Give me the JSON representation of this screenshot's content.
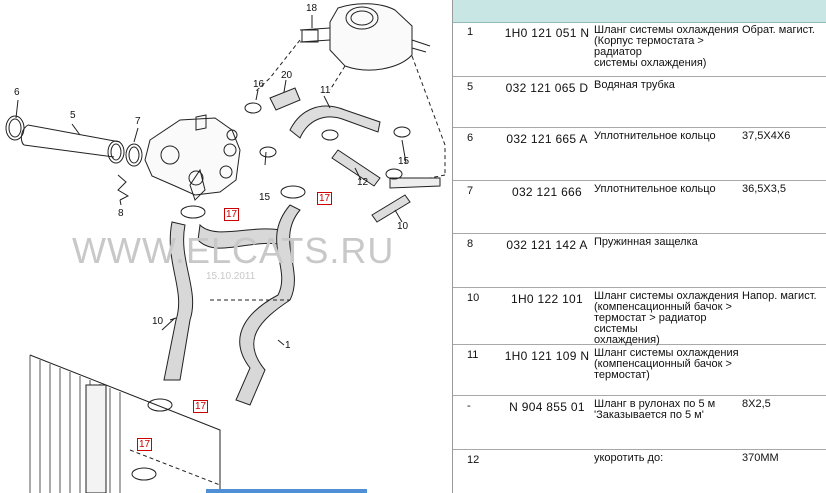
{
  "diagram": {
    "callouts": [
      "18",
      "6",
      "16",
      "20",
      "11",
      "7",
      "5",
      "15",
      "12",
      "8",
      "15",
      "10",
      "1",
      "10"
    ],
    "red_tags": [
      "17",
      "17",
      "17",
      "17",
      "17"
    ],
    "watermark": "WWW.ELCATS.RU",
    "watermark_date": "15.10.2011"
  },
  "parts": [
    {
      "pos": "1",
      "number": "1H0 121 051 N",
      "description": "Шланг системы охлаждения (Корпус термостата > радиатор\nсистемы охлаждения)",
      "remark": "Обрат. магист."
    },
    {
      "pos": "5",
      "number": "032 121 065 D",
      "description": "Водяная трубка",
      "remark": ""
    },
    {
      "pos": "6",
      "number": "032 121 665 A",
      "description": "Уплотнительное кольцо",
      "remark": "37,5X4X6"
    },
    {
      "pos": "7",
      "number": "032 121 666",
      "description": "Уплотнительное кольцо",
      "remark": "36,5X3,5"
    },
    {
      "pos": "8",
      "number": "032 121 142 A",
      "description": "Пружинная защелка",
      "remark": ""
    },
    {
      "pos": "10",
      "number": "1H0 122 101",
      "description": "Шланг системы охлаждения (компенсационный бачок > термостат > радиатор системы\nохлаждения)",
      "remark": "Напор. магист."
    },
    {
      "pos": "11",
      "number": "1H0 121 109 N",
      "description": "Шланг системы охлаждения (компенсационный бачок > термостат)",
      "remark": ""
    },
    {
      "pos": "-",
      "number": "N   904 855 01",
      "description": "Шланг в рулонах по 5 м 'Заказывается по 5 м'",
      "remark": "8X2,5"
    },
    {
      "pos": "12",
      "number": "",
      "description": "укоротить до:",
      "remark": "370MM"
    }
  ],
  "colors": {
    "header": "#c8e6e4",
    "tag_red": "#cc0000",
    "watermark": "#c8c8c8"
  }
}
